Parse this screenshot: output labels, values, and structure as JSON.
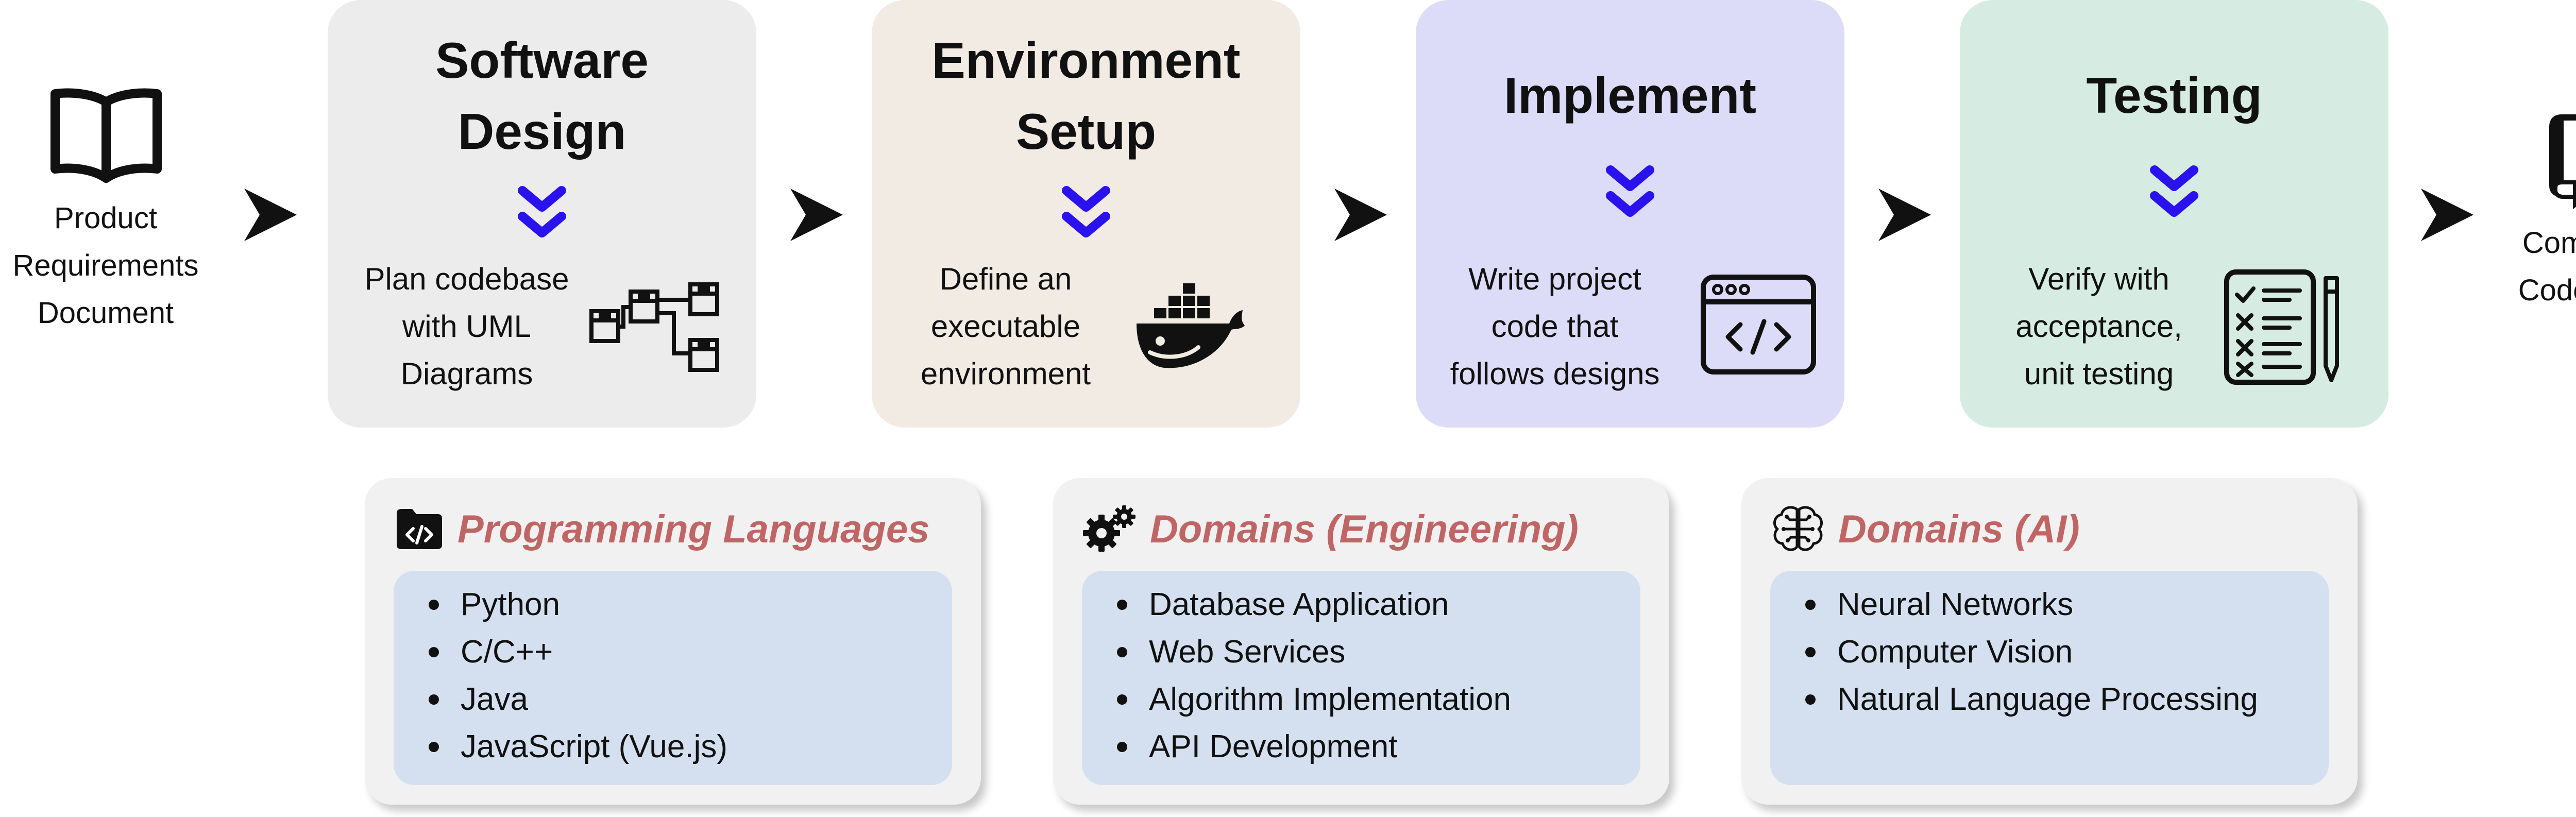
{
  "flow": {
    "input": {
      "label_lines": [
        "Product",
        "Requirements",
        "Document"
      ],
      "icon": "open-book-icon"
    },
    "output": {
      "label_lines": [
        "Complete",
        "Codebase"
      ],
      "icon": "bookmarked-book-icon"
    }
  },
  "stages": [
    {
      "title_lines": [
        "Software",
        "Design"
      ],
      "desc_lines": [
        "Plan codebase",
        "with UML",
        "Diagrams"
      ],
      "icon": "uml-diagram-icon",
      "bg": "#ececec"
    },
    {
      "title_lines": [
        "Environment",
        "Setup"
      ],
      "desc_lines": [
        "Define an",
        "executable",
        "environment"
      ],
      "icon": "docker-whale-icon",
      "bg": "#f1ebe4"
    },
    {
      "title_lines": [
        "Implement"
      ],
      "desc_lines": [
        "Write project",
        "code that",
        "follows designs"
      ],
      "icon": "code-window-icon",
      "bg": "#dcdcf8"
    },
    {
      "title_lines": [
        "Testing"
      ],
      "desc_lines": [
        "Verify with",
        "acceptance,",
        "unit testing"
      ],
      "icon": "checklist-icon",
      "bg": "#d6ece2"
    }
  ],
  "panels": [
    {
      "title": "Programming Languages",
      "icon": "code-folder-icon",
      "items": [
        "Python",
        "C/C++",
        "Java",
        "JavaScript (Vue.js)"
      ]
    },
    {
      "title": "Domains (Engineering)",
      "icon": "gears-icon",
      "items": [
        "Database Application",
        "Web Services",
        "Algorithm Implementation",
        "API Development"
      ]
    },
    {
      "title": "Domains (AI)",
      "icon": "brain-circuit-icon",
      "items": [
        "Neural Networks",
        "Computer Vision",
        "Natural Language Processing"
      ]
    }
  ],
  "colors": {
    "chevron": "#2a12ee",
    "panel_title": "#c06565",
    "panel_list_bg": "#d4e0f0",
    "arrow": "#111111"
  }
}
